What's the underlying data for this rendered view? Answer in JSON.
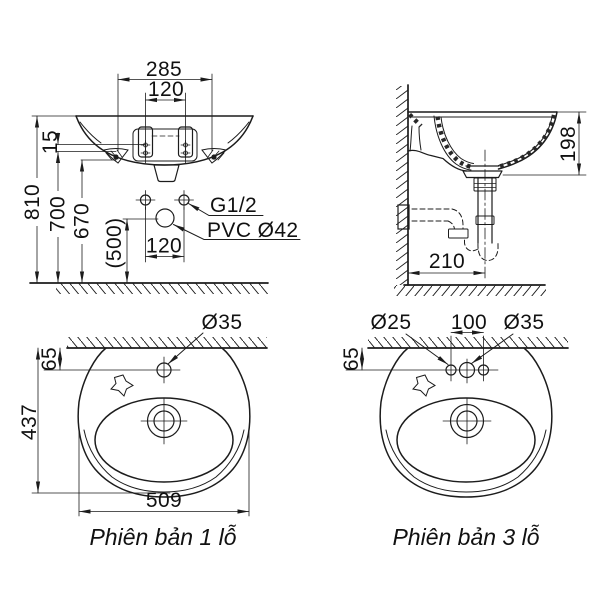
{
  "front": {
    "d285": "285",
    "d120_top": "120",
    "d15": "15",
    "d810": "810",
    "d700": "700",
    "d670": "670",
    "d500": "(500)",
    "d120_bottom": "120",
    "supply_label": "G1/2",
    "drain_label": "PVC Ø42"
  },
  "side": {
    "d198": "198",
    "d210": "210"
  },
  "top1": {
    "hole": "Ø35",
    "offset65": "65",
    "d437": "437",
    "d509": "509",
    "caption": "Phiên bản 1 lỗ"
  },
  "top3": {
    "hole_side": "Ø25",
    "d100": "100",
    "hole_center": "Ø35",
    "offset65": "65",
    "caption": "Phiên bản 3 lỗ"
  },
  "colors": {
    "line": "#1c1c1c",
    "text": "#111111",
    "background": "#ffffff"
  }
}
